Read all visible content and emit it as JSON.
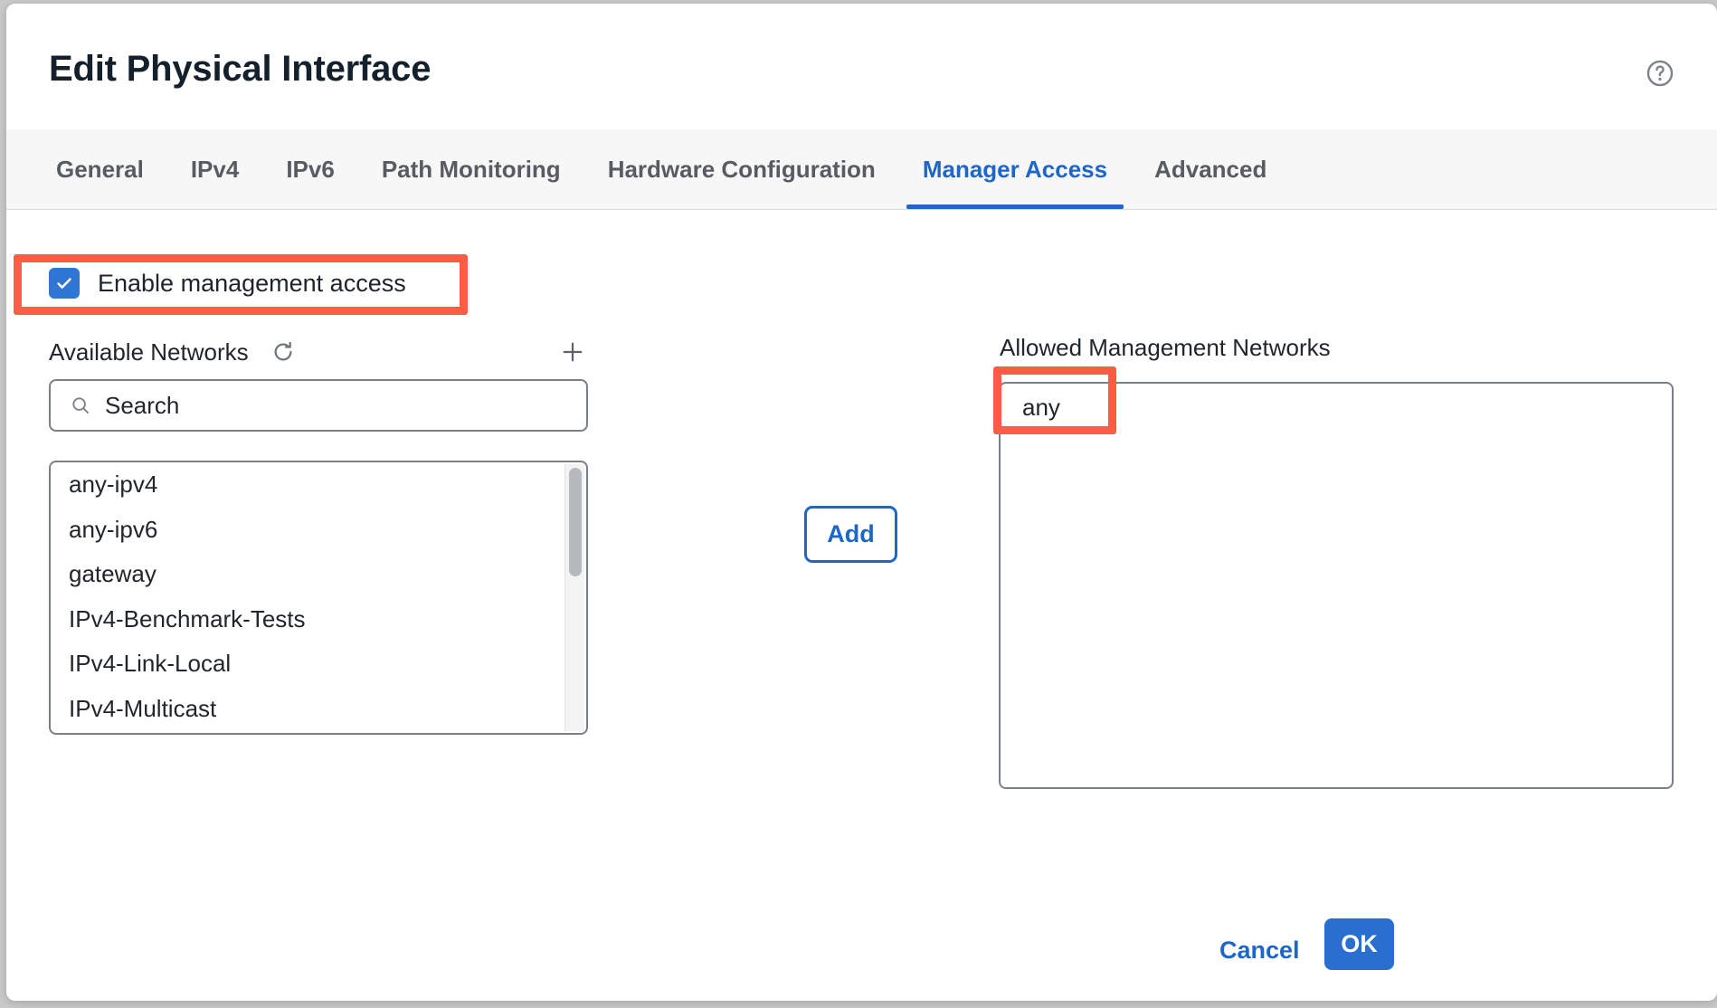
{
  "dialog": {
    "title": "Edit Physical Interface",
    "help_icon": "help-circle-icon"
  },
  "tabs": [
    {
      "label": "General",
      "active": false
    },
    {
      "label": "IPv4",
      "active": false
    },
    {
      "label": "IPv6",
      "active": false
    },
    {
      "label": "Path Monitoring",
      "active": false
    },
    {
      "label": "Hardware Configuration",
      "active": false
    },
    {
      "label": "Manager Access",
      "active": true
    },
    {
      "label": "Advanced",
      "active": false
    }
  ],
  "manager_access": {
    "enable_checkbox": {
      "label": "Enable management access",
      "checked": true
    },
    "available": {
      "label": "Available Networks",
      "refresh_icon": "refresh-icon",
      "add_new_icon": "plus-icon",
      "search": {
        "value": "",
        "placeholder": "Search",
        "icon": "search-icon"
      },
      "items": [
        "any-ipv4",
        "any-ipv6",
        "gateway",
        "IPv4-Benchmark-Tests",
        "IPv4-Link-Local",
        "IPv4-Multicast"
      ]
    },
    "add_button": "Add",
    "allowed": {
      "label": "Allowed Management Networks",
      "items": [
        "any"
      ]
    }
  },
  "footer": {
    "cancel_label": "Cancel",
    "ok_label": "OK"
  },
  "annotations": [
    {
      "name": "enable-management-access-highlight",
      "color": "#fa5c45"
    },
    {
      "name": "any-entry-highlight",
      "color": "#fa5c45"
    }
  ],
  "colors": {
    "accent_blue": "#1f66c9",
    "primary_button": "#2a6fd0",
    "checkbox_blue": "#3076d4",
    "annotation_red": "#fa5c45",
    "tabstrip_bg": "#f7f7f8",
    "border_gray": "#7a8086",
    "text_dark": "#21262c"
  }
}
